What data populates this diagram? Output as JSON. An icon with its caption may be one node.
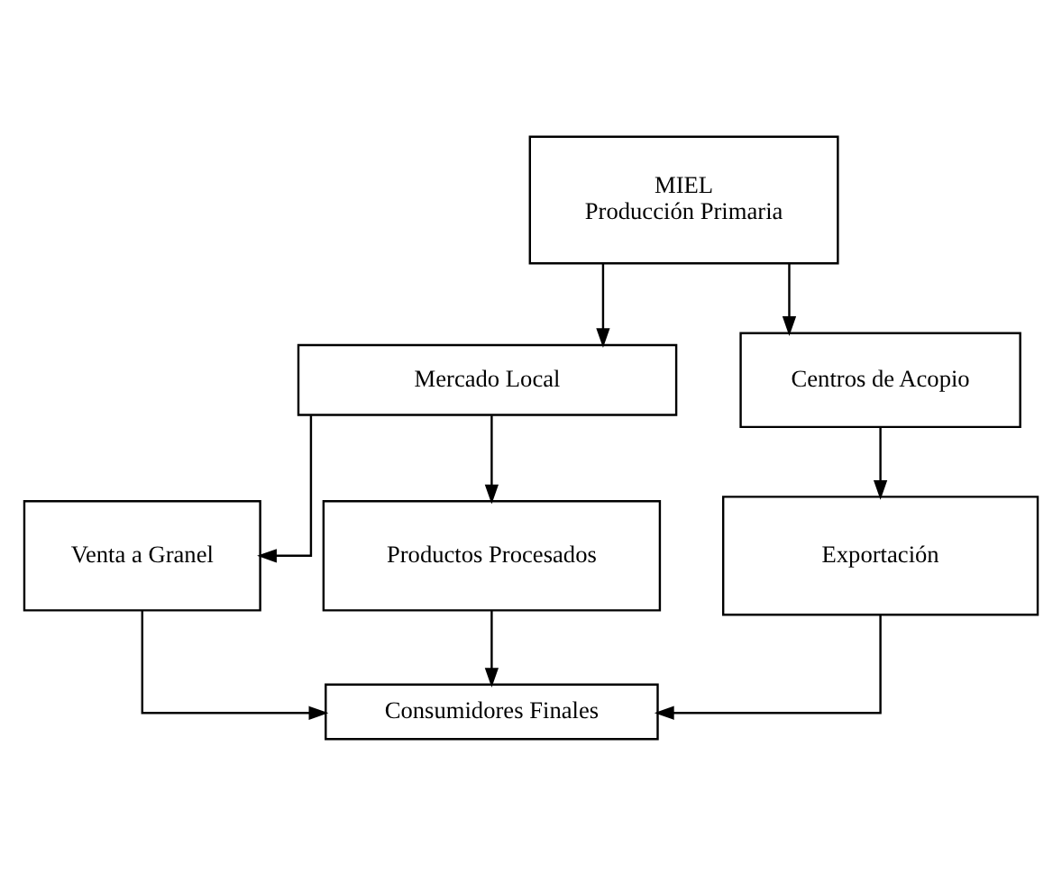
{
  "diagram": {
    "nodes": [
      {
        "text": [
          "MIEL",
          "Producción Primaria"
        ]
      },
      {
        "text": [
          "Mercado Local"
        ]
      },
      {
        "text": [
          "Centros de Acopio"
        ]
      },
      {
        "text": [
          "Venta a Granel"
        ]
      },
      {
        "text": [
          "Productos Procesados"
        ]
      },
      {
        "text": [
          "Exportación"
        ]
      },
      {
        "text": [
          "Consumidores Finales"
        ]
      }
    ],
    "edges": [
      {
        "from": 0,
        "to": 1,
        "arrow": "to"
      },
      {
        "from": 0,
        "to": 2,
        "arrow": "to"
      },
      {
        "from": 1,
        "to": 3,
        "arrow": "to"
      },
      {
        "from": 1,
        "to": 4,
        "arrow": "to"
      },
      {
        "from": 2,
        "to": 5,
        "arrow": "to"
      },
      {
        "from": 3,
        "to": 6,
        "arrow": "to"
      },
      {
        "from": 4,
        "to": 6,
        "arrow": "to"
      },
      {
        "from": 5,
        "to": 6,
        "arrow": "to"
      }
    ]
  }
}
